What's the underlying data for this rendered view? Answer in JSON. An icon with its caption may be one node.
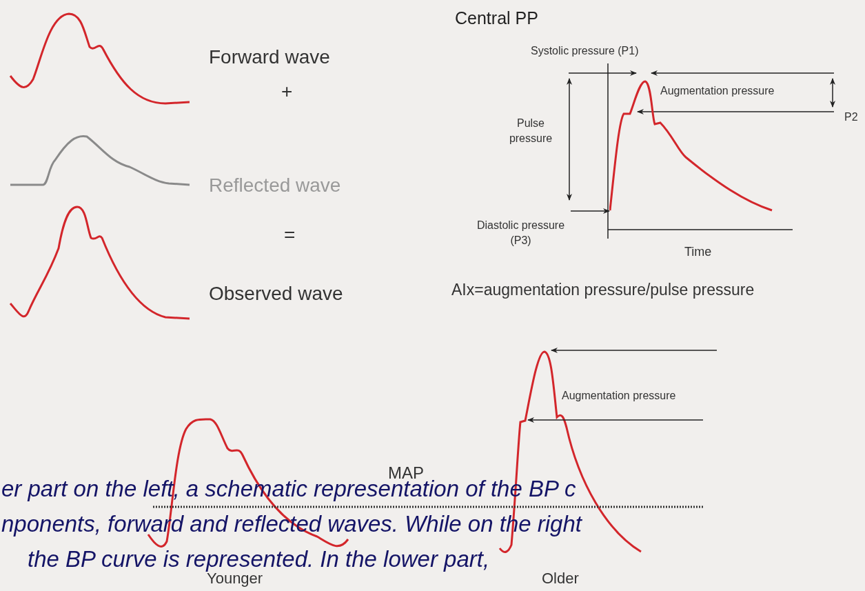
{
  "diagram": {
    "nodes": [
      {
        "text": [
          "Diastolic pressure (P3)"
        ]
      },
      {
        "text": [],
        "shape": "curve"
      }
    ],
    "edges": [
      {
        "from": 0,
        "to": 1,
        "arrow": "to"
      }
    ],
    "labels": [
      "Central PP",
      "Forward wave",
      "+",
      "Systolic pressure (P1)",
      "Augmentation pressure",
      "P2",
      "Pulse pressure",
      "Reflected wave",
      "=",
      "Time",
      "Observed wave",
      "AIx=augmentation pressure/pulse pressure",
      "Augmentation pressure",
      "MAP",
      "Younger",
      "Older",
      "er part on the left, a schematic representation of the BP c",
      "nponents, forward and reflected waves. While on the right",
      "the BP curve is represented. In the lower part,"
    ]
  }
}
